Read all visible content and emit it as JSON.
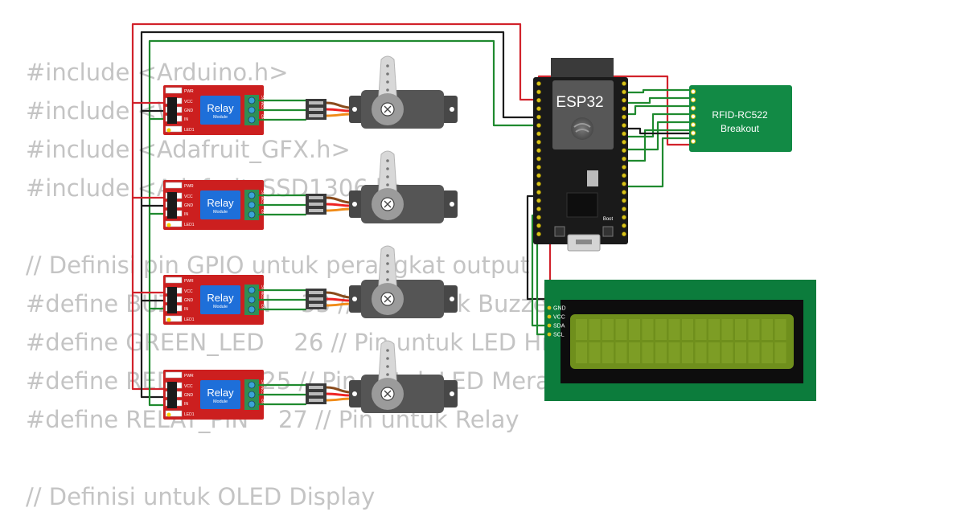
{
  "code_lines": [
    "#include <Arduino.h>",
    "#include <Wire.h>",
    "#include <Adafruit_GFX.h>",
    "#include <Adafruit_SSD1306.h>",
    "",
    "// Definisi pin GPIO untuk perangkat output",
    "#define BUZZER_PIN    33 // Pin untuk Buzzer",
    "#define GREEN_LED    26 // Pin untuk LED Hijau",
    "#define RED_LED    25 // Pin untuk LED Merah",
    "#define RELAY_PIN    27 // Pin untuk Relay",
    "",
    "// Definisi untuk OLED Display"
  ],
  "relay": {
    "label": "Relay",
    "sublabel": "Module",
    "pins": [
      "PWR",
      "VCC",
      "GND",
      "IN",
      "LED1"
    ],
    "terminals": [
      "NC",
      "COM",
      "NO"
    ]
  },
  "esp32": {
    "label": "ESP32",
    "boot_label": "Boot"
  },
  "rfid": {
    "line1": "RFID-RC522",
    "line2": "Breakout"
  },
  "lcd": {
    "pins": [
      "GND",
      "VCC",
      "SDA",
      "SCL"
    ]
  },
  "colors": {
    "relay_board": "#cc1f1f",
    "relay_block": "#1e6fd9",
    "servo_body": "#555555",
    "esp32_board": "#1a1a1a",
    "rfid_board": "#128a45",
    "lcd_board": "#0c7c3c",
    "lcd_screen": "#6f8f1c",
    "wire_red": "#d1222b",
    "wire_black": "#1b1b1b",
    "wire_green": "#1f8a2f",
    "wire_orange": "#f08b18"
  }
}
